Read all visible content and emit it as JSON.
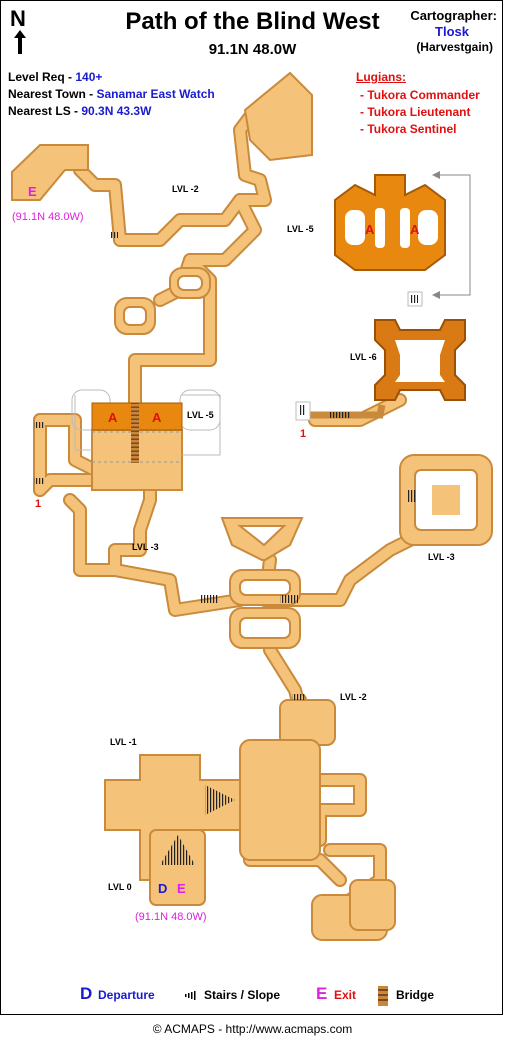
{
  "header": {
    "compass": "N",
    "title": "Path of the Blind West",
    "coordinates": "91.1N 48.0W",
    "cartographer_label": "Cartographer:",
    "cartographer_name": "Tlosk",
    "cartographer_alias": "(Harvestgain)"
  },
  "info": {
    "level_label": "Level Req - ",
    "level_value": "140+",
    "town_label": "Nearest Town - ",
    "town_value": "Sanamar East Watch",
    "ls_label": "Nearest LS - ",
    "ls_value": "90.3N 43.3W"
  },
  "monsters": {
    "title": "Lugians:",
    "items": [
      "- Tukora Commander",
      "- Tukora Lieutenant",
      "- Tukora Sentinel"
    ]
  },
  "map": {
    "level_labels": {
      "lvl_m2_top": "LVL -2",
      "lvl_m5_right": "LVL -5",
      "lvl_m6": "LVL -6",
      "lvl_m5_mid": "LVL -5",
      "lvl_m3_left": "LVL -3",
      "lvl_m3_right": "LVL -3",
      "lvl_m2_bottom": "LVL -2",
      "lvl_m1": "LVL -1",
      "lvl_0": "LVL 0"
    },
    "exit_coord_top": "(91.1N 48.0W)",
    "exit_coord_bottom": "(91.1N 48.0W)",
    "marker_E": "E",
    "marker_D": "D",
    "marker_A": "A",
    "marker_1": "1"
  },
  "legend": {
    "departure_icon": "D",
    "departure": "Departure",
    "stairs": "Stairs / Slope",
    "exit_icon": "E",
    "exit": "Exit",
    "bridge": "Bridge"
  },
  "footer": "© ACMAPS - http://www.acmaps.com",
  "colors": {
    "floor": "#f5c27a",
    "floor_edge": "#c98a3c",
    "dark_room": "#e8880e",
    "level6": "#d97a14",
    "marker_red": "#e01010",
    "exit_magenta": "#e020e0",
    "link_blue": "#1a1ad0"
  }
}
